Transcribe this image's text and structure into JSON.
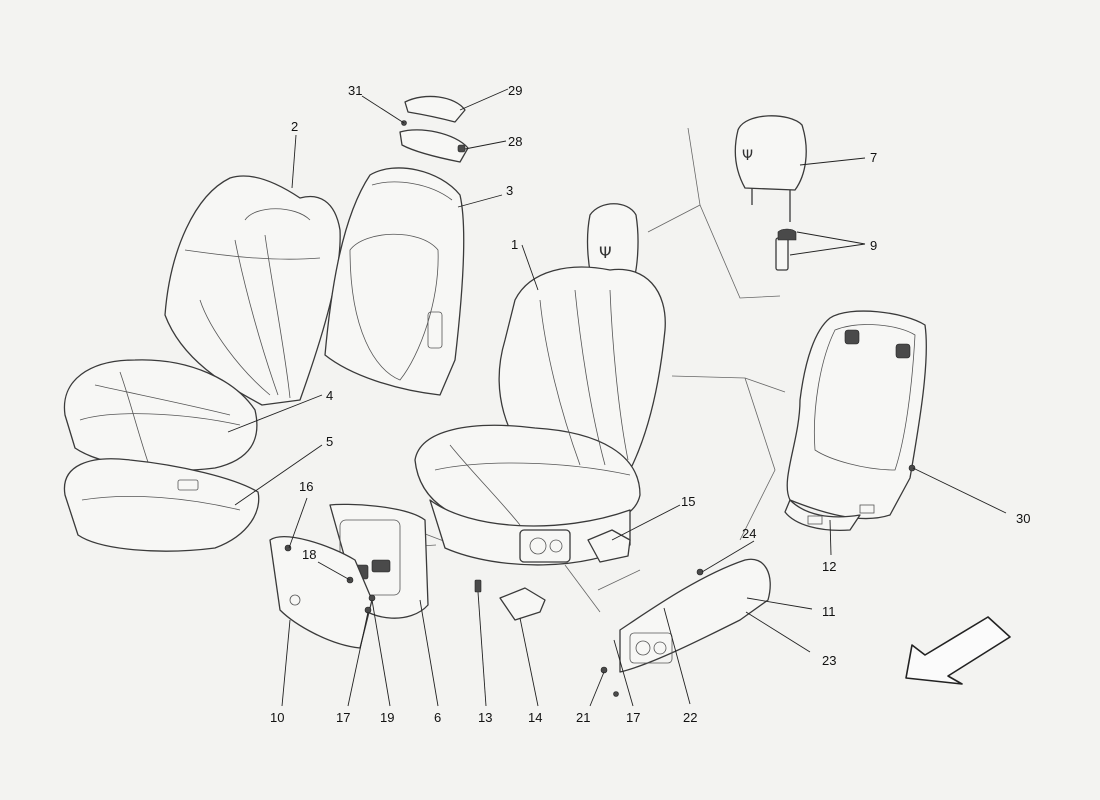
{
  "callouts": {
    "c1": "1",
    "c2": "2",
    "c3": "3",
    "c4": "4",
    "c5": "5",
    "c6": "6",
    "c7": "7",
    "c9": "9",
    "c10": "10",
    "c11": "11",
    "c12": "12",
    "c13": "13",
    "c14": "14",
    "c15": "15",
    "c16": "16",
    "c17a": "17",
    "c17b": "17",
    "c18": "18",
    "c19": "19",
    "c21": "21",
    "c22": "22",
    "c23": "23",
    "c24": "24",
    "c28": "28",
    "c29": "29",
    "c30": "30",
    "c31": "31"
  },
  "colors": {
    "line": "#3a3a3a",
    "background": "#f3f3f1"
  },
  "icons": {
    "direction": "front-direction-arrow-icon",
    "logo": "trident-logo-icon"
  }
}
